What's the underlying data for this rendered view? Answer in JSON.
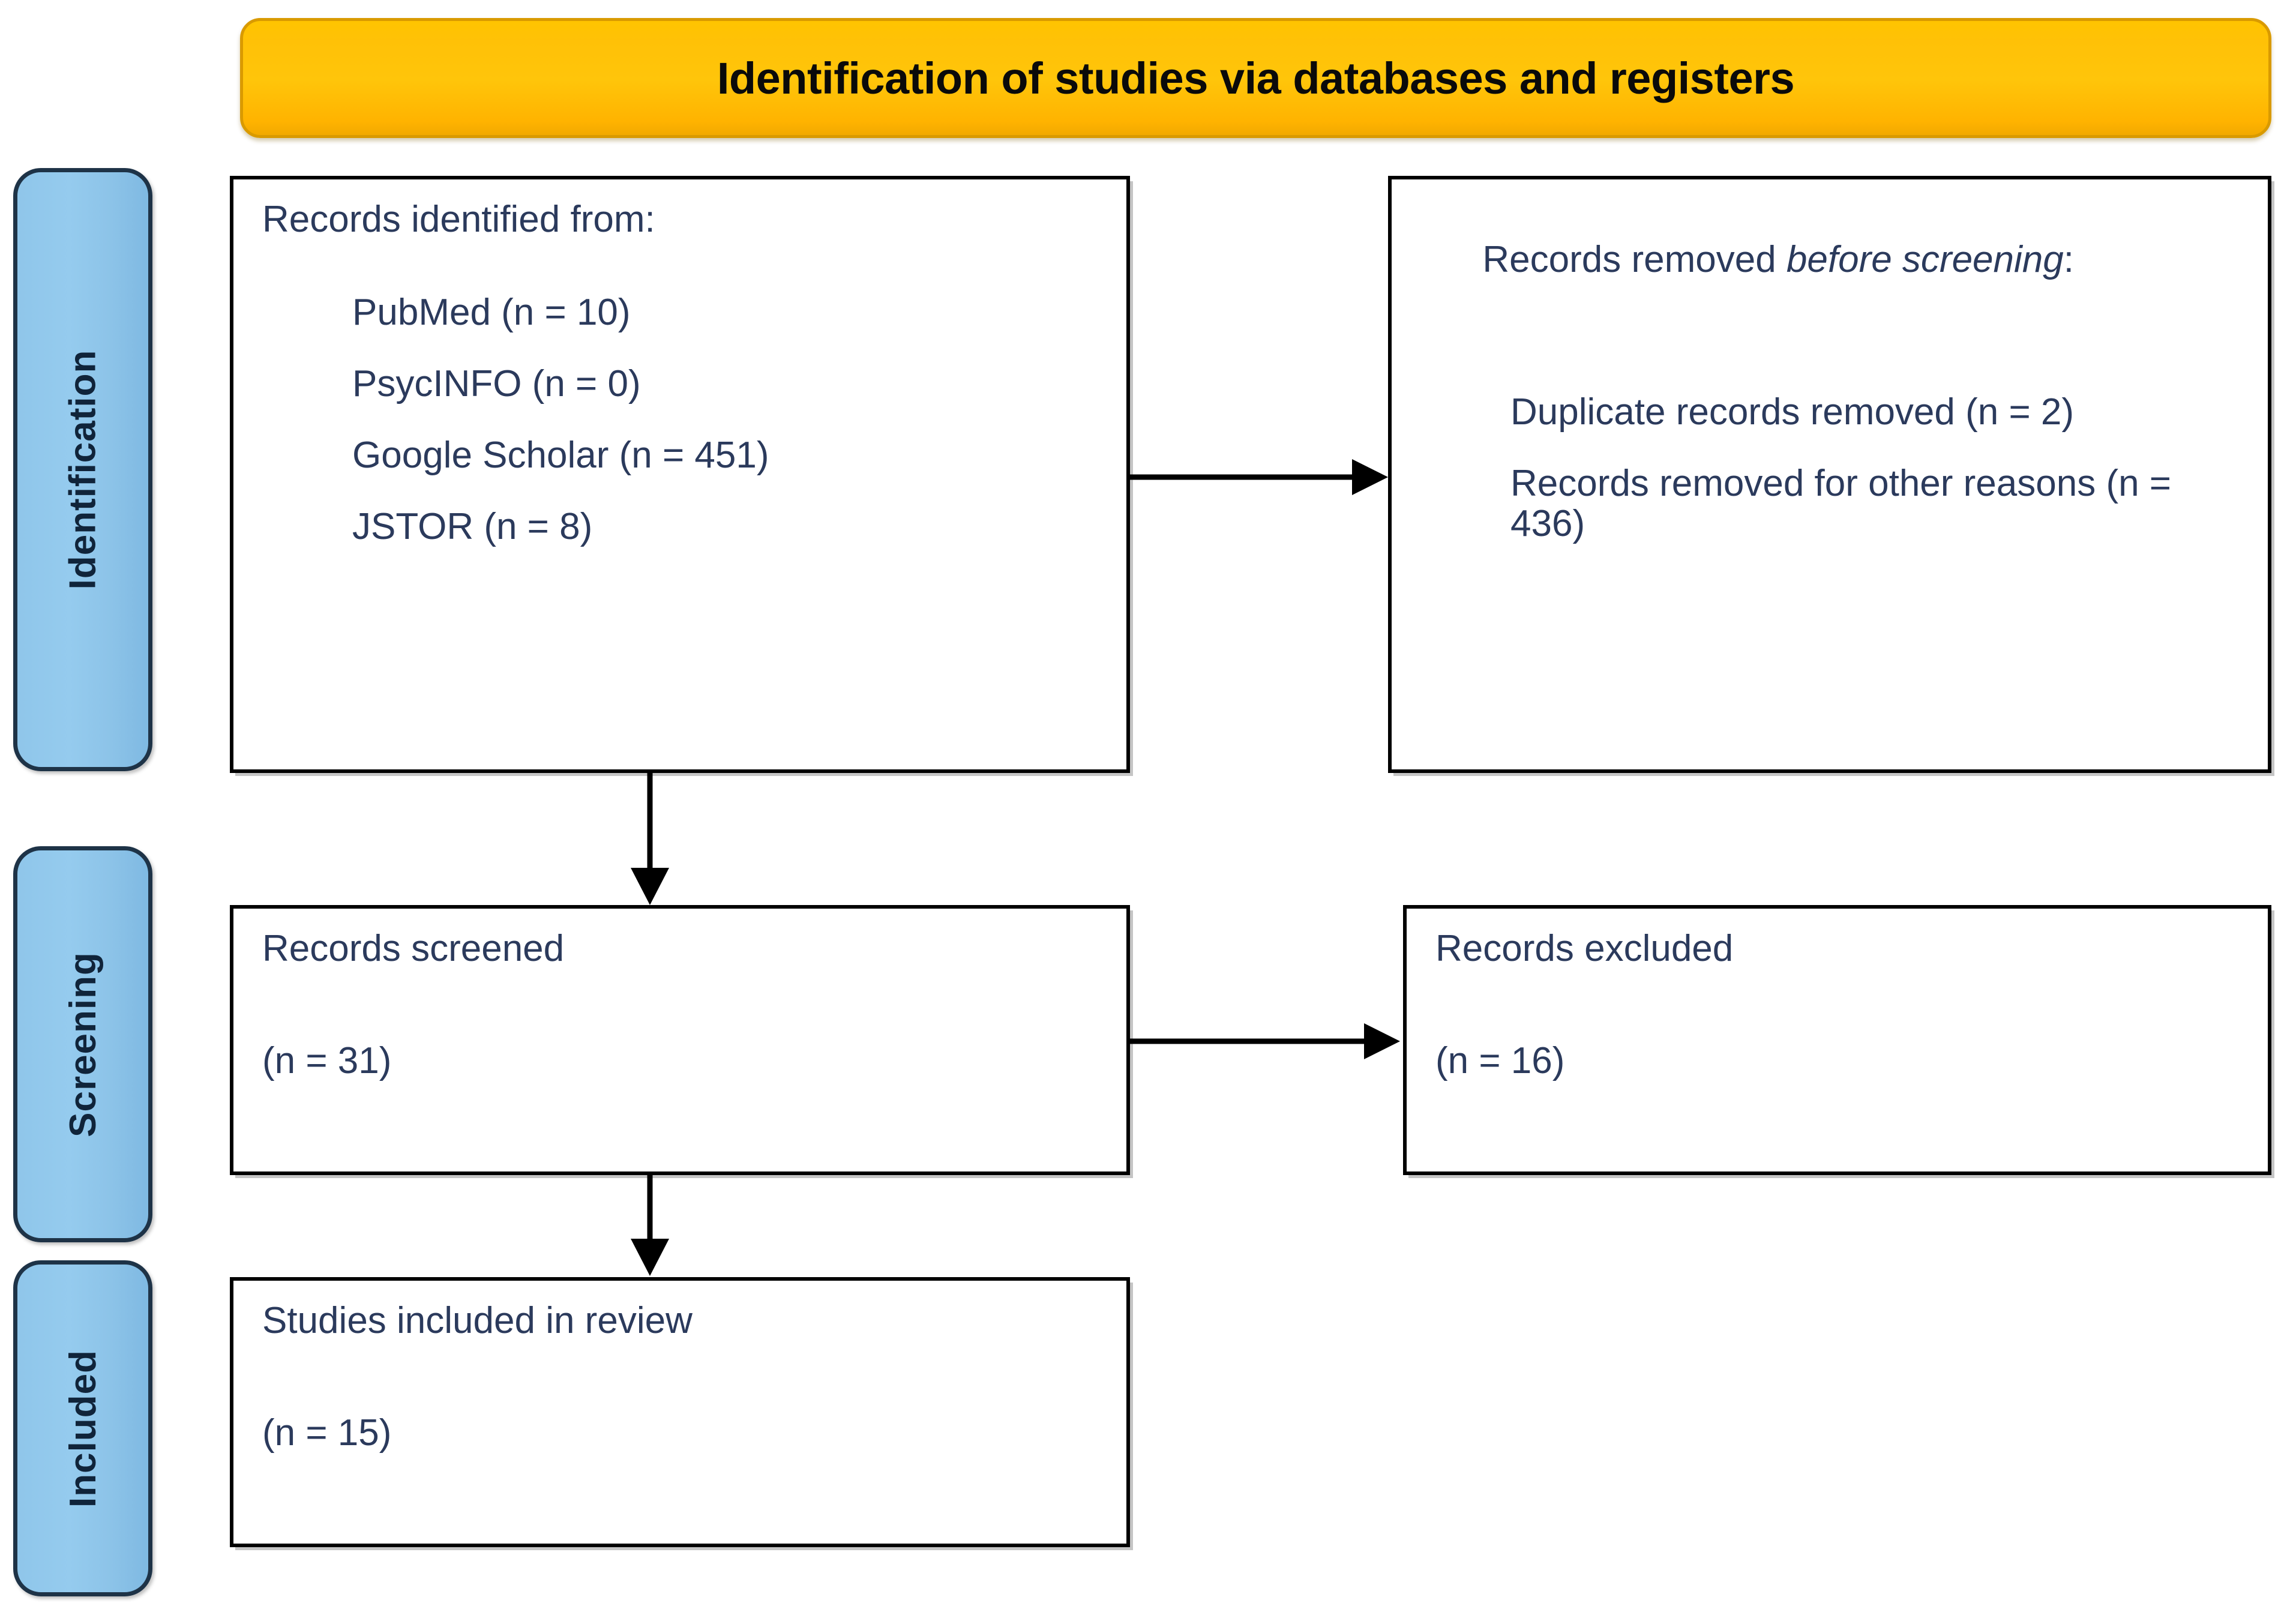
{
  "diagram": {
    "type": "prisma-flow-diagram",
    "header": {
      "title": "Identification of studies via databases and registers"
    },
    "stages": [
      {
        "key": "identification",
        "label": "Identification"
      },
      {
        "key": "screening",
        "label": "Screening"
      },
      {
        "key": "included",
        "label": "Included"
      }
    ],
    "boxes": {
      "identified": {
        "heading": "Records identified from:",
        "items": [
          "PubMed (n = 10)",
          "PsycINFO (n = 0)",
          "Google Scholar (n = 451)",
          "JSTOR (n = 8)"
        ]
      },
      "removed": {
        "heading_part1": "Records removed ",
        "heading_italic": "before screening",
        "heading_part2": ":",
        "items": [
          "Duplicate records removed (n = 2)",
          "Records removed for other reasons (n = 436)"
        ]
      },
      "screened": {
        "heading": "Records screened",
        "count": "(n = 31)"
      },
      "excluded": {
        "heading": "Records excluded",
        "count": "(n = 16)"
      },
      "included": {
        "heading": "Studies included in review",
        "count": "(n = 15)"
      }
    },
    "connectors": [
      {
        "name": "identified-to-removed",
        "direction": "right"
      },
      {
        "name": "identified-to-screened",
        "direction": "down"
      },
      {
        "name": "screened-to-excluded",
        "direction": "right"
      },
      {
        "name": "screened-to-included",
        "direction": "down"
      }
    ],
    "colors": {
      "banner_fill": "#FFC107",
      "banner_border": "#D99A00",
      "banner_text": "#0A0A0A",
      "stage_fill": "#8CC3E8",
      "stage_border": "#1E3347",
      "stage_text": "#10243A",
      "box_border": "#000000",
      "box_text": "#2B3A5C",
      "connector": "#000000",
      "background": "#FFFFFF"
    }
  }
}
